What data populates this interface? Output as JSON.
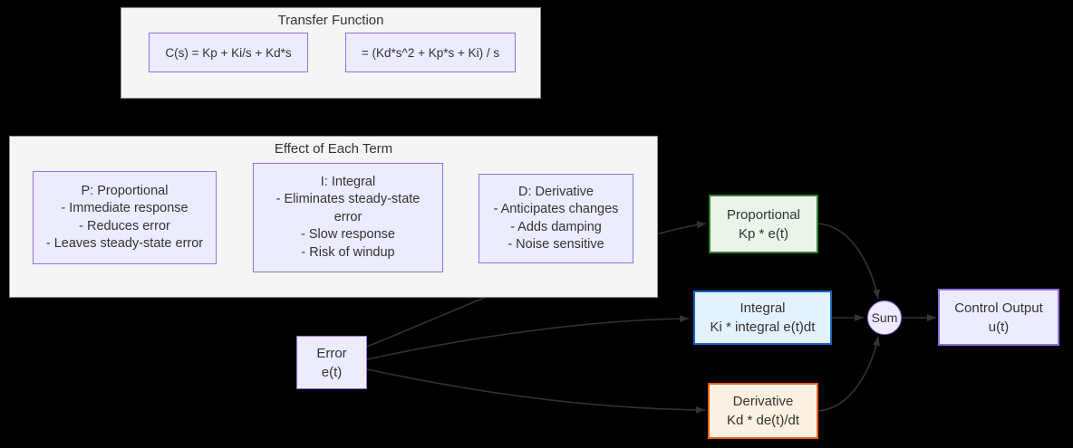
{
  "diagram": {
    "clusters": {
      "transfer_function": {
        "title": "Transfer Function",
        "formulas": [
          "C(s) = Kp + Ki/s + Kd*s",
          "= (Kd*s^2 + Kp*s + Ki) / s"
        ]
      },
      "effect_of_each_term": {
        "title": "Effect of Each Term",
        "p_lines": [
          "P: Proportional",
          "- Immediate response",
          "- Reduces error",
          "- Leaves steady-state error"
        ],
        "i_lines": [
          "I: Integral",
          "- Eliminates steady-state",
          "error",
          "- Slow response",
          "- Risk of windup"
        ],
        "d_lines": [
          "D: Derivative",
          "- Anticipates changes",
          "- Adds damping",
          "- Noise sensitive"
        ]
      }
    },
    "nodes": {
      "error": {
        "title": "Error",
        "subtitle": "e(t)",
        "fill": "#ECECFF",
        "border": "#9370DB"
      },
      "proportional": {
        "title": "Proportional",
        "subtitle": "Kp * e(t)",
        "fill": "#E9F5E9",
        "border": "#2E7D32"
      },
      "integral": {
        "title": "Integral",
        "subtitle": "Ki * integral e(t)dt",
        "fill": "#E3F2FD",
        "border": "#1867C0"
      },
      "derivative": {
        "title": "Derivative",
        "subtitle": "Kd * de(t)/dt",
        "fill": "#FDF2E2",
        "border": "#E8611A"
      },
      "sum": {
        "title": "Sum",
        "fill": "#F0EAFE",
        "border": "#9370DB"
      },
      "control_output": {
        "title": "Control Output",
        "subtitle": "u(t)",
        "fill": "#ECECFF",
        "border": "#9370DB"
      }
    },
    "edges": [
      {
        "from": "error",
        "to": "proportional"
      },
      {
        "from": "error",
        "to": "integral"
      },
      {
        "from": "error",
        "to": "derivative"
      },
      {
        "from": "proportional",
        "to": "sum"
      },
      {
        "from": "integral",
        "to": "sum"
      },
      {
        "from": "derivative",
        "to": "sum"
      },
      {
        "from": "sum",
        "to": "control_output"
      }
    ],
    "colors": {
      "background": "#000000",
      "cluster_fill": "#F5F5F5",
      "cluster_border": "#8C8C8C",
      "default_node_fill": "#ECECFF",
      "default_node_border": "#9370DB",
      "edge": "#333333",
      "text": "#333333"
    }
  }
}
